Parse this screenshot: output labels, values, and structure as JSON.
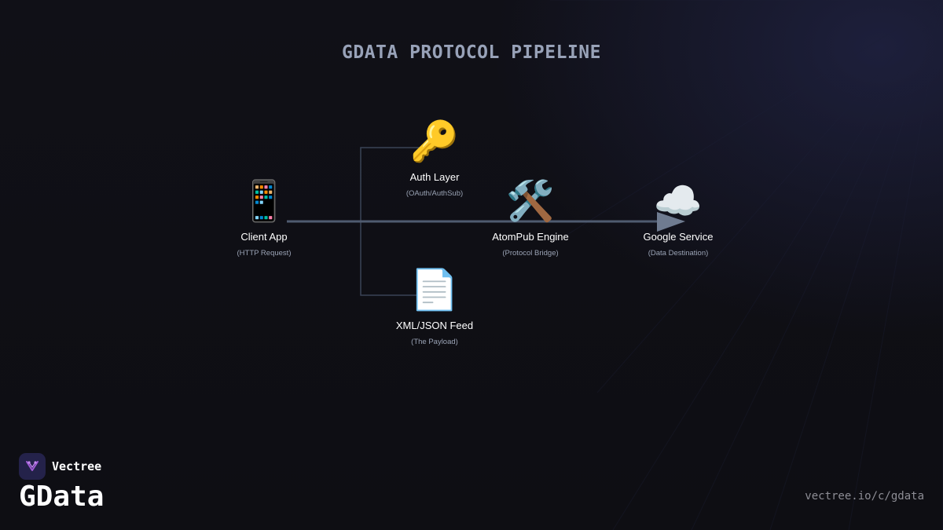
{
  "title": "GDATA PROTOCOL PIPELINE",
  "nodes": {
    "client": {
      "icon": "📱",
      "icon_name": "mobile-phone-icon",
      "label": "Client App",
      "sub": "(HTTP Request)"
    },
    "auth": {
      "icon": "🔑",
      "icon_name": "key-icon",
      "label": "Auth Layer",
      "sub": "(OAuth/AuthSub)"
    },
    "feed": {
      "icon": "📄",
      "icon_name": "document-icon",
      "label": "XML/JSON Feed",
      "sub": "(The Payload)"
    },
    "engine": {
      "icon": "🛠️",
      "icon_name": "tools-icon",
      "label": "AtomPub Engine",
      "sub": "(Protocol Bridge)"
    },
    "service": {
      "icon": "☁️",
      "icon_name": "cloud-icon",
      "label": "Google Service",
      "sub": "(Data Destination)"
    }
  },
  "brand": {
    "name": "Vectree",
    "product": "GData",
    "url": "vectree.io/c/gdata"
  },
  "colors": {
    "background": "#0f0f14",
    "title": "#98a2b8",
    "main_line": "#4f5b70",
    "branch_line": "#3a4456",
    "arrow": "#6f7b90",
    "logo_bg": "#24224a",
    "logo_accent": "#a05ad6"
  }
}
